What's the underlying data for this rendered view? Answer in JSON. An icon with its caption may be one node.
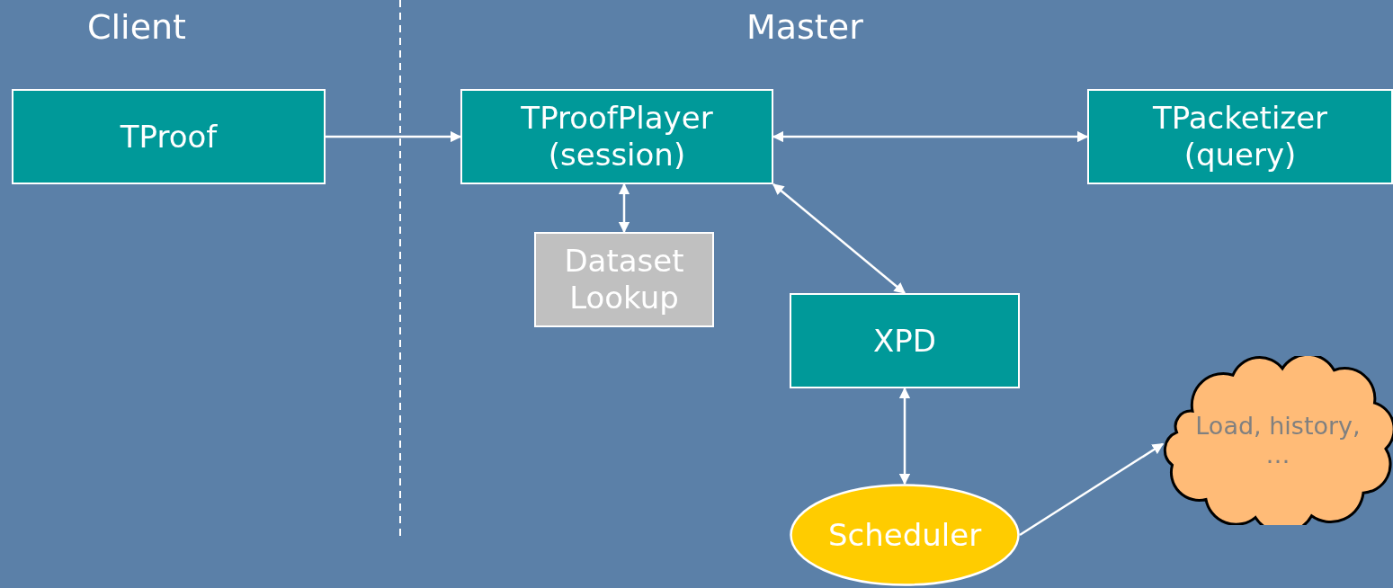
{
  "diagram": {
    "nodes": [
      {
        "text": [
          "TProof"
        ]
      },
      {
        "text": [
          "TProofPlayer (session)"
        ]
      },
      {
        "text": [
          "TPacketizer (query)"
        ]
      },
      {
        "text": [
          "Dataset Lookup"
        ]
      },
      {
        "text": [
          "XPD"
        ]
      },
      {
        "text": [
          "Scheduler"
        ]
      },
      {
        "text": [
          "Load, history, …"
        ]
      }
    ],
    "edges": [
      {
        "from": 0,
        "to": 1,
        "arrow": "to"
      },
      {
        "from": 1,
        "to": 2,
        "arrow": "both"
      },
      {
        "from": 1,
        "to": 3,
        "arrow": "both"
      },
      {
        "from": 1,
        "to": 4,
        "arrow": "both"
      },
      {
        "from": 4,
        "to": 5,
        "arrow": "both"
      },
      {
        "from": 5,
        "to": 6,
        "arrow": "to"
      }
    ],
    "labels": [
      "Client",
      "Master"
    ]
  }
}
